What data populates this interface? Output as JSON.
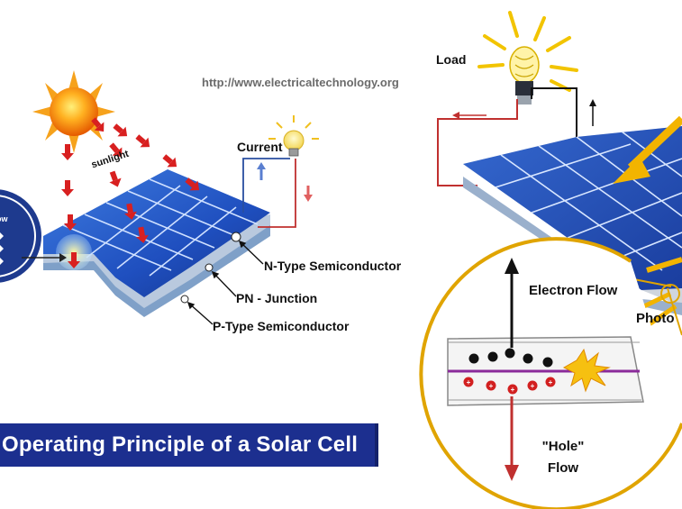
{
  "url": "http://www.electricaltechnology.org",
  "title": "Operating Principle of a Solar Cell",
  "left_diagram": {
    "sunlight": "sunlight",
    "current": "Current",
    "n_type": "N-Type Semiconductor",
    "pn_junction": "PN - Junction",
    "p_type": "P-Type Semiconductor",
    "badge_fragment": "ow"
  },
  "right_diagram": {
    "load": "Load",
    "electron_flow": "Electron Flow",
    "hole_flow": "\"Hole\" Flow",
    "photon": "Photo"
  },
  "colors": {
    "banner": "#1c2f8f",
    "panel_blue": "#1f4fbf",
    "wire_red": "#c0302f",
    "zoom_circle": "#e0a400",
    "sun_orange": "#f07a10"
  }
}
